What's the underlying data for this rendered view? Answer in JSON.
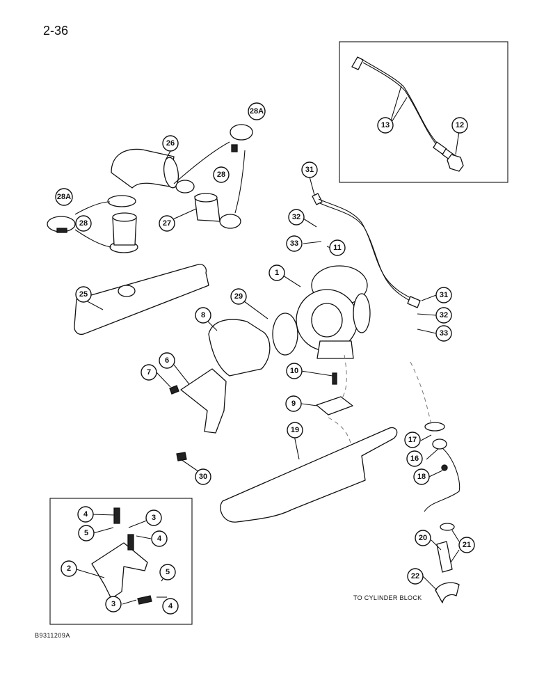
{
  "page_number": "2-36",
  "figure_code": "B9311209A",
  "destination_label": "TO CYLINDER BLOCK",
  "callouts": {
    "c1": "1",
    "c2": "2",
    "c3a": "3",
    "c3b": "3",
    "c4a": "4",
    "c4b": "4",
    "c4c": "4",
    "c5a": "5",
    "c5b": "5",
    "c6": "6",
    "c7": "7",
    "c8": "8",
    "c9": "9",
    "c10": "10",
    "c11": "11",
    "c12": "12",
    "c13": "13",
    "c16": "16",
    "c17": "17",
    "c18": "18",
    "c19": "19",
    "c20": "20",
    "c21": "21",
    "c22": "22",
    "c25": "25",
    "c26": "26",
    "c27": "27",
    "c28a": "28",
    "c28b": "28",
    "c28Aa": "28A",
    "c28Ab": "28A",
    "c29": "29",
    "c30": "30",
    "c31a": "31",
    "c31b": "31",
    "c32a": "32",
    "c32b": "32",
    "c33a": "33",
    "c33b": "33"
  }
}
